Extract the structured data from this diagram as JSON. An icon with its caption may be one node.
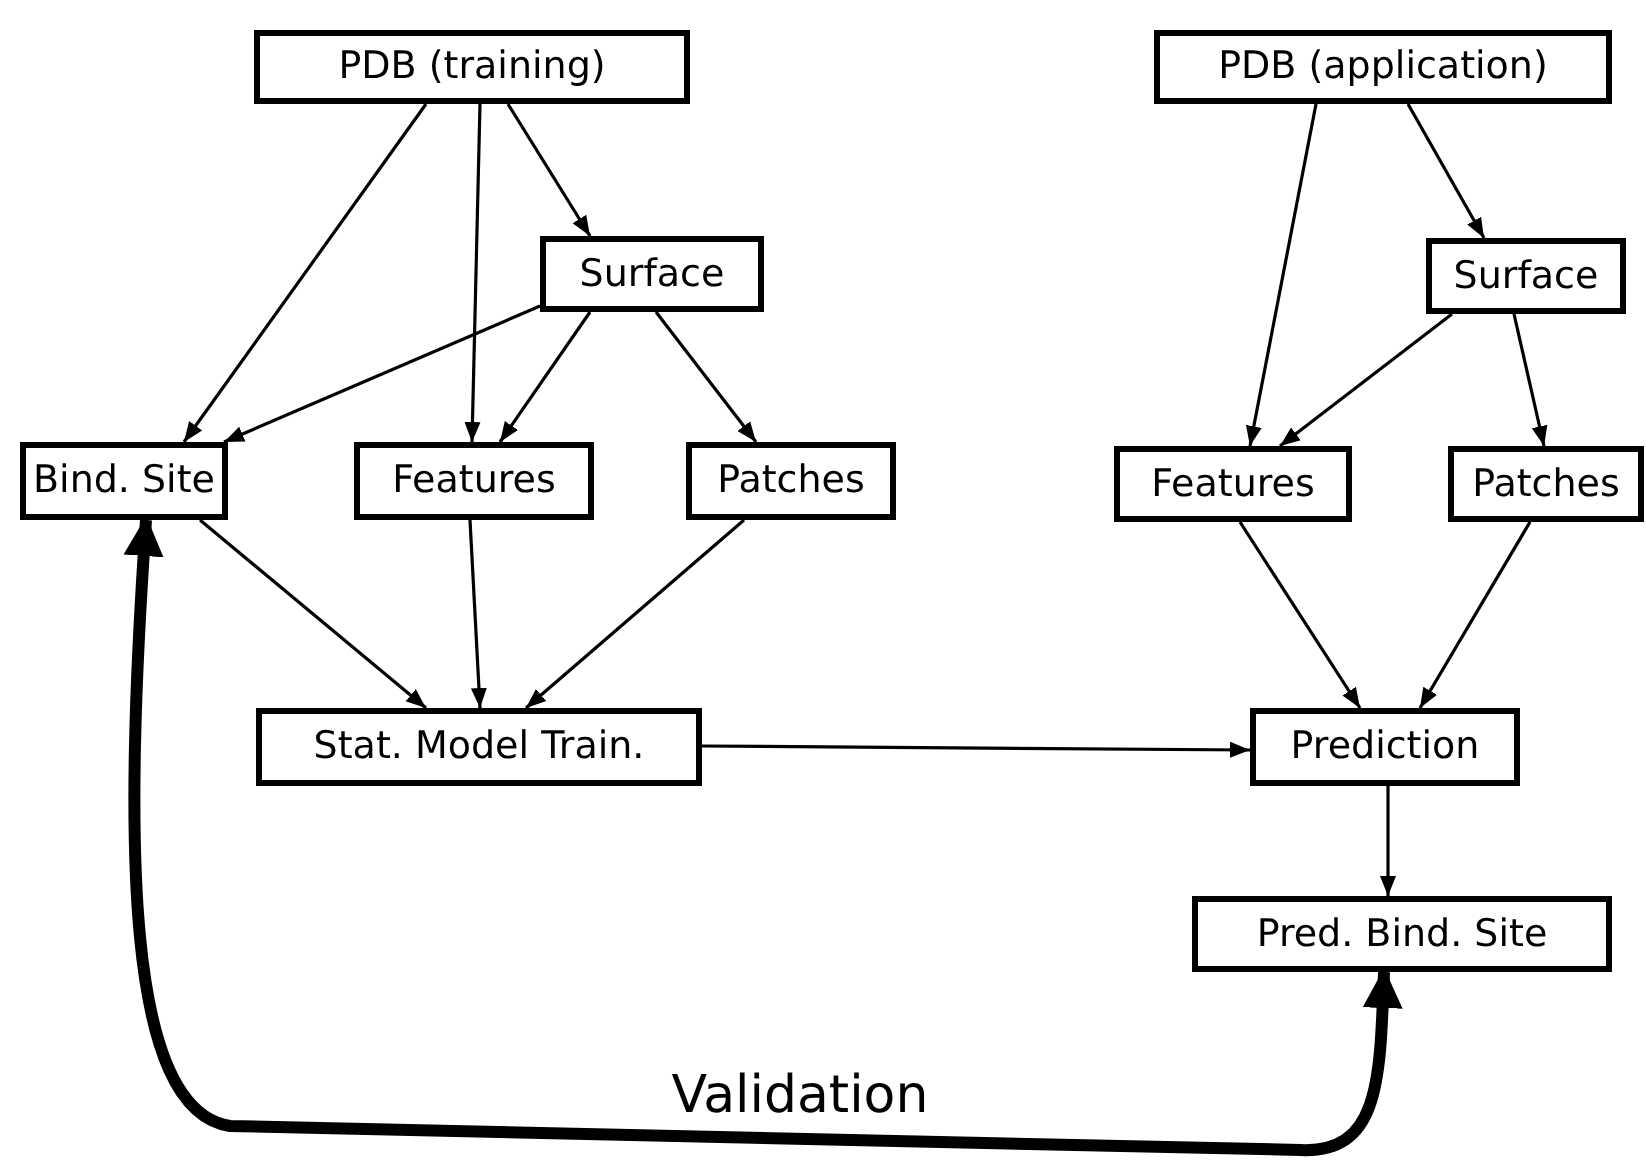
{
  "diagram": {
    "nodes": [
      {
        "text": [
          "PDB (training)"
        ]
      },
      {
        "text": [
          "Surface"
        ]
      },
      {
        "text": [
          "Bind. Site"
        ]
      },
      {
        "text": [
          "Features"
        ]
      },
      {
        "text": [
          "Patches"
        ]
      },
      {
        "text": [
          "Stat. Model Train."
        ]
      },
      {
        "text": [
          "PDB (application)"
        ]
      },
      {
        "text": [
          "Surface"
        ]
      },
      {
        "text": [
          "Features"
        ]
      },
      {
        "text": [
          "Patches"
        ]
      },
      {
        "text": [
          "Prediction"
        ]
      },
      {
        "text": [
          "Pred. Bind. Site"
        ]
      }
    ],
    "edges": [
      {
        "from": 0,
        "to": 2,
        "arrow": "to"
      },
      {
        "from": 0,
        "to": 3,
        "arrow": "to"
      },
      {
        "from": 0,
        "to": 1,
        "arrow": "to"
      },
      {
        "from": 1,
        "to": 2,
        "arrow": "to"
      },
      {
        "from": 1,
        "to": 3,
        "arrow": "to"
      },
      {
        "from": 1,
        "to": 4,
        "arrow": "to"
      },
      {
        "from": 2,
        "to": 5,
        "arrow": "to"
      },
      {
        "from": 3,
        "to": 5,
        "arrow": "to"
      },
      {
        "from": 4,
        "to": 5,
        "arrow": "to"
      },
      {
        "from": 5,
        "to": 10,
        "arrow": "to"
      },
      {
        "from": 6,
        "to": 8,
        "arrow": "to"
      },
      {
        "from": 6,
        "to": 7,
        "arrow": "to"
      },
      {
        "from": 7,
        "to": 8,
        "arrow": "to"
      },
      {
        "from": 7,
        "to": 9,
        "arrow": "to"
      },
      {
        "from": 8,
        "to": 10,
        "arrow": "to"
      },
      {
        "from": 9,
        "to": 10,
        "arrow": "to"
      },
      {
        "from": 10,
        "to": 11,
        "arrow": "to"
      },
      {
        "from": 2,
        "to": 11,
        "arrow": "both",
        "label": "Validation",
        "style": "thick"
      }
    ]
  }
}
